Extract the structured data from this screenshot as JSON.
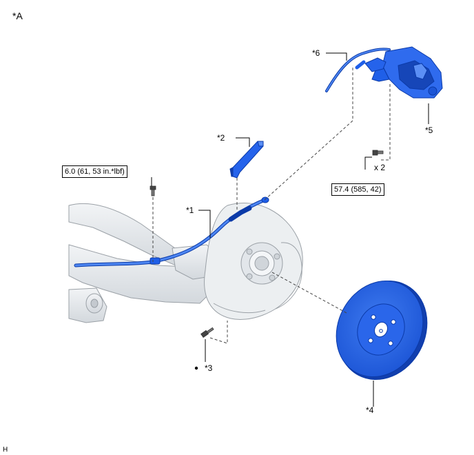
{
  "figure_label": "*A",
  "callouts": {
    "c1": "*1",
    "c2": "*2",
    "c3": "*3",
    "c4": "*4",
    "c5": "*5",
    "c6": "*6"
  },
  "torques": {
    "small_bolt": "6.0 (61, 53 in.*lbf)",
    "caliper_bolt": "57.4 (585, 42)"
  },
  "quantity": "x 2",
  "corner_code": "H",
  "colors": {
    "part_blue": "#1f5fe8",
    "part_blue_dark": "#0b3aa8",
    "part_blue_light": "#5b8ff5",
    "axle_gray": "#e4e7ea",
    "axle_outline": "#9aa0a6"
  }
}
